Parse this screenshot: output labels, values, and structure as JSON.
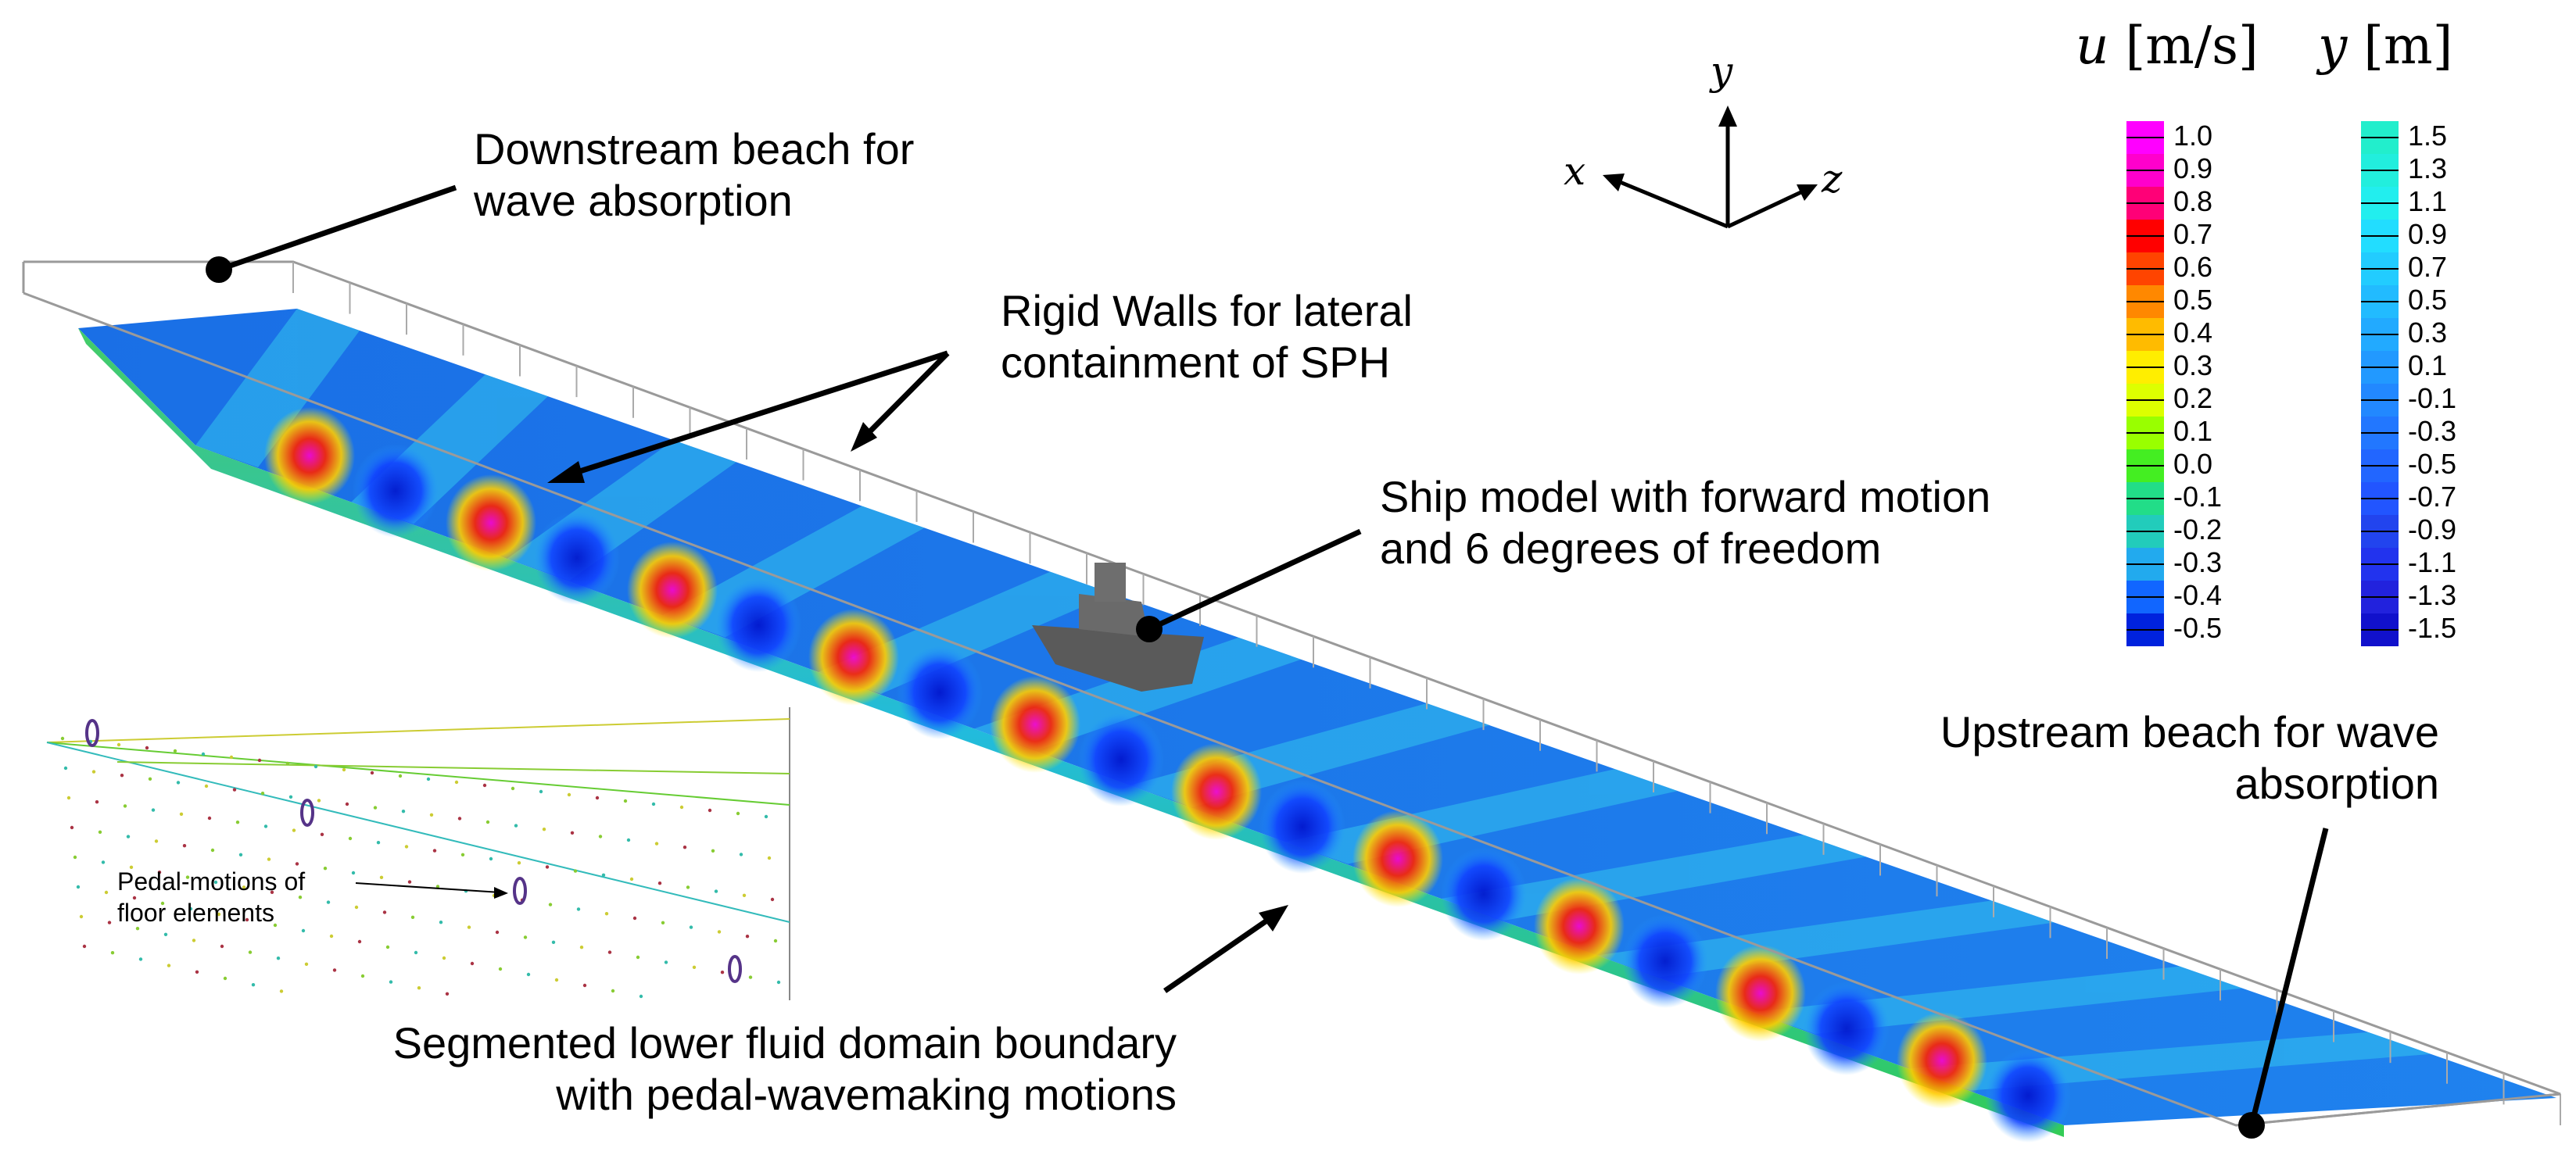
{
  "callouts": {
    "downstream_beach": "Downstream beach for\nwave absorption",
    "rigid_walls": "Rigid Walls for lateral\ncontainment of SPH",
    "ship_model": "Ship model with forward motion\nand 6 degrees of freedom",
    "upstream_beach": "Upstream beach for wave\nabsorption",
    "segmented_boundary": "Segmented lower fluid domain boundary\nwith pedal-wavemaking motions"
  },
  "inset": {
    "label": "Pedal-motions of\nfloor elements"
  },
  "axes_triad": {
    "y": "y",
    "x": "x",
    "z": "z"
  },
  "legend_velocity": {
    "symbol": "u",
    "unit": "[m/s]",
    "ticks": [
      "1.0",
      "0.9",
      "0.8",
      "0.7",
      "0.6",
      "0.5",
      "0.4",
      "0.3",
      "0.2",
      "0.1",
      "0.0",
      "-0.1",
      "-0.2",
      "-0.3",
      "-0.4",
      "-0.5"
    ],
    "colors": [
      "#ff00ff",
      "#ff00cc",
      "#ff0077",
      "#ff0000",
      "#ff4400",
      "#ff8800",
      "#ffbb00",
      "#ffee00",
      "#ddff00",
      "#99ff00",
      "#44ee22",
      "#22dd88",
      "#22ccbb",
      "#22aaee",
      "#1166ff",
      "#0022dd"
    ]
  },
  "legend_height": {
    "symbol": "y",
    "unit": "[m]",
    "ticks": [
      "1.5",
      "1.3",
      "1.1",
      "0.9",
      "0.7",
      "0.5",
      "0.3",
      "0.1",
      "-0.1",
      "-0.3",
      "-0.5",
      "-0.7",
      "-0.9",
      "-1.1",
      "-1.3",
      "-1.5"
    ],
    "colors": [
      "#22eecc",
      "#22eedd",
      "#22eeee",
      "#22ddff",
      "#22ccff",
      "#22bbff",
      "#22aaff",
      "#2299ff",
      "#2288ff",
      "#2277ff",
      "#2266ff",
      "#2255ff",
      "#2244ee",
      "#2233ee",
      "#2222dd",
      "#1111cc"
    ]
  },
  "colors": {
    "water_surface": "#1a6fe6",
    "water_crest": "#33c4ee",
    "tank_frame": "#9a9a9a",
    "ship": "#5a5a5a",
    "leader": "#000000"
  }
}
